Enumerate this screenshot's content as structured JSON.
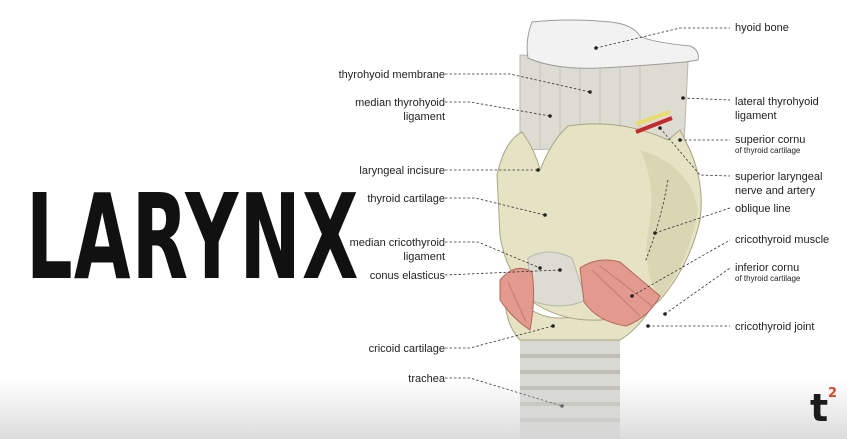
{
  "title": "LARYNX",
  "logo": {
    "letter": "t",
    "superscript": "2"
  },
  "labels": {
    "hyoid_bone": "hyoid bone",
    "thyrohyoid_membrane": "thyrohyoid membrane",
    "median_thyrohyoid_ligament_1": "median thyrohyoid",
    "median_thyrohyoid_ligament_2": "ligament",
    "lateral_thyrohyoid_ligament_1": "lateral thyrohyoid",
    "lateral_thyrohyoid_ligament_2": "ligament",
    "superior_cornu": "superior cornu",
    "superior_cornu_sub": "of thyroid cartilage",
    "laryngeal_incisure": "laryngeal incisure",
    "superior_laryngeal_1": "superior laryngeal",
    "superior_laryngeal_2": "nerve and artery",
    "thyroid_cartilage": "thyroid cartilage",
    "oblique_line": "oblique line",
    "median_cricothyroid_ligament_1": "median cricothyroid",
    "median_cricothyroid_ligament_2": "ligament",
    "cricothyroid_muscle": "cricothyroid muscle",
    "conus_elasticus": "conus elasticus",
    "inferior_cornu": "inferior cornu",
    "inferior_cornu_sub": "of thyroid cartilage",
    "cricothyroid_joint": "cricothyroid joint",
    "cricoid_cartilage": "cricoid cartilage",
    "trachea": "trachea"
  },
  "colors": {
    "cartilage": "#e6e2c4",
    "cartilage_shade": "#cfcaa6",
    "membrane": "#dcdcd2",
    "bone": "#f2f2f2",
    "muscle": "#e29a8e",
    "nerve_artery": "#c62a2a",
    "nerve_yellow": "#e9dc6a"
  }
}
